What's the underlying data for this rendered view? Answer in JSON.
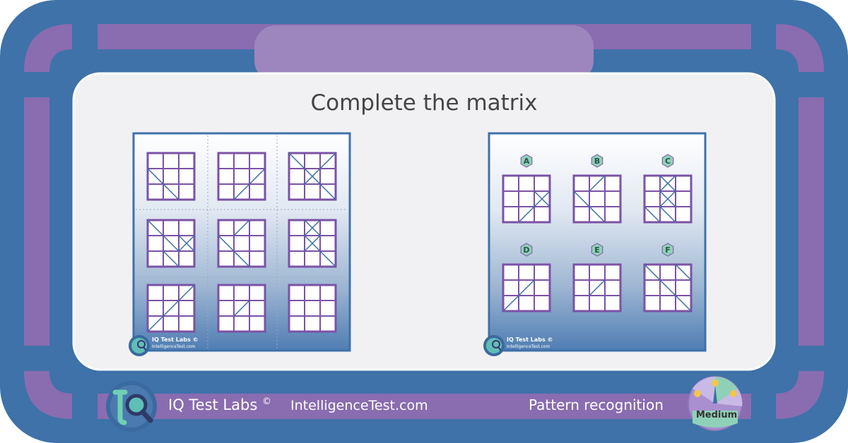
{
  "title": "Complete the matrix",
  "footer": {
    "brand": "IQ Test Labs",
    "copyright_mark": "©",
    "website": "IntelligenceTest.com",
    "category": "Pattern recognition",
    "difficulty": "Medium"
  },
  "watermark": {
    "brand": "IQ Test Labs ©",
    "website": "IntelligenceTest.com"
  },
  "option_labels": [
    "A",
    "B",
    "C",
    "D",
    "E",
    "F"
  ],
  "matrix_cells": [
    "row1-col1",
    "row1-col2",
    "row1-col3",
    "row2-col1",
    "row2-col2",
    "row2-col3",
    "row3-col1",
    "row3-col2",
    "row3-col3-missing"
  ],
  "colors": {
    "outer_frame": "#3e72a9",
    "inner_frame": "#8a6cb0",
    "card_border": "#3e72a9",
    "grid_stroke": "#7b52a6",
    "diagonal_stroke": "#3e6ea6",
    "badge_fill": "#8fd1b8",
    "gauge_fill": "#a98fd0",
    "gauge_active": "#8fd1b8"
  }
}
